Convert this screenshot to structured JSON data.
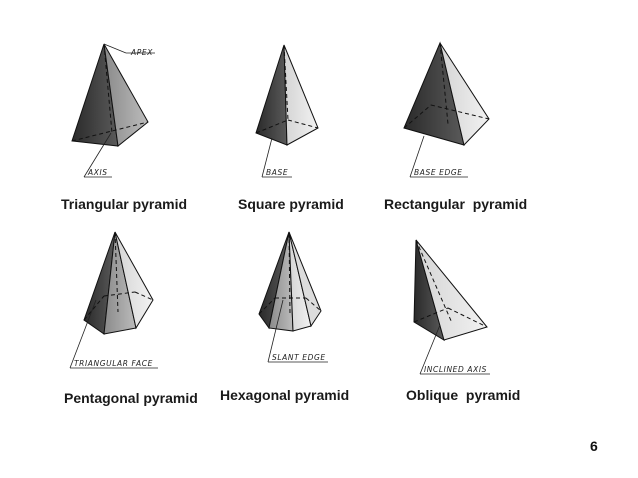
{
  "pyramids": [
    {
      "caption": "Triangular pyramid",
      "label": "APEX",
      "label2": "AXIS"
    },
    {
      "caption": "Square pyramid",
      "label": "BASE"
    },
    {
      "caption": "Rectangular  pyramid",
      "label": "BASE EDGE"
    },
    {
      "caption": "Pentagonal pyramid",
      "label": "TRIANGULAR FACE"
    },
    {
      "caption": "Hexagonal pyramid",
      "label": "SLANT EDGE"
    },
    {
      "caption": "Oblique  pyramid",
      "label": "INCLINED AXIS"
    }
  ],
  "page_number": "6"
}
